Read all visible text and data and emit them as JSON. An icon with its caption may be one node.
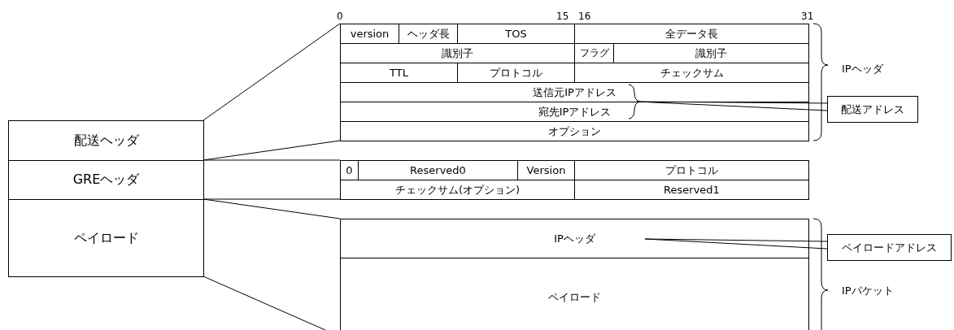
{
  "diagram": {
    "nodes": [
      {
        "text": [
          "配送ヘッダ"
        ]
      },
      {
        "text": [
          "GREヘッダ"
        ]
      },
      {
        "text": [
          "ペイロード"
        ]
      },
      {
        "text": [],
        "shape": "box"
      },
      {
        "text": [
          "version"
        ],
        "in": 3
      },
      {
        "text": [
          "ヘッダ長"
        ],
        "in": 3
      },
      {
        "text": [
          "TOS"
        ],
        "in": 3
      },
      {
        "text": [
          "全データ長"
        ],
        "in": 3
      },
      {
        "text": [
          "識別子"
        ],
        "in": 3
      },
      {
        "text": [
          "フラグ"
        ],
        "in": 3
      },
      {
        "text": [
          "識別子"
        ],
        "in": 3
      },
      {
        "text": [
          "TTL"
        ],
        "in": 3
      },
      {
        "text": [
          "プロトコル"
        ],
        "in": 3
      },
      {
        "text": [
          "チェックサム"
        ],
        "in": 3
      },
      {
        "text": [
          "送信元IPアドレス"
        ],
        "in": 3
      },
      {
        "text": [
          "宛先IPアドレス"
        ],
        "in": 3
      },
      {
        "text": [
          "オプション"
        ],
        "in": 3
      },
      {
        "text": [
          "配送アドレス"
        ]
      },
      {
        "text": [],
        "shape": "box"
      },
      {
        "text": [
          "0"
        ],
        "in": 18
      },
      {
        "text": [
          "Reserved0"
        ],
        "in": 18
      },
      {
        "text": [
          "Version"
        ],
        "in": 18
      },
      {
        "text": [
          "プロトコル"
        ],
        "in": 18
      },
      {
        "text": [
          "チェックサム(オプション)"
        ],
        "in": 18
      },
      {
        "text": [
          "Reserved1"
        ],
        "in": 18
      },
      {
        "text": [],
        "shape": "box"
      },
      {
        "text": [
          "IPヘッダ"
        ],
        "in": 25
      },
      {
        "text": [
          "ペイロード"
        ],
        "in": 25
      },
      {
        "text": [
          "ペイロードアドレス"
        ]
      }
    ],
    "edges": [
      {
        "from": 0,
        "to": 3,
        "arrow": "none"
      },
      {
        "from": 0,
        "to": 3,
        "arrow": "none"
      },
      {
        "from": 1,
        "to": 18,
        "arrow": "none"
      },
      {
        "from": 1,
        "to": 18,
        "arrow": "none"
      },
      {
        "from": 2,
        "to": 25,
        "arrow": "none"
      },
      {
        "from": 2,
        "to": 25,
        "arrow": "none"
      },
      {
        "from": 17,
        "to": null,
        "arrow": "none"
      },
      {
        "from": 28,
        "to": null,
        "arrow": "none"
      }
    ],
    "labels": [
      "0",
      "15",
      "16",
      "31",
      "IPヘッダ",
      "IPパケット"
    ]
  }
}
